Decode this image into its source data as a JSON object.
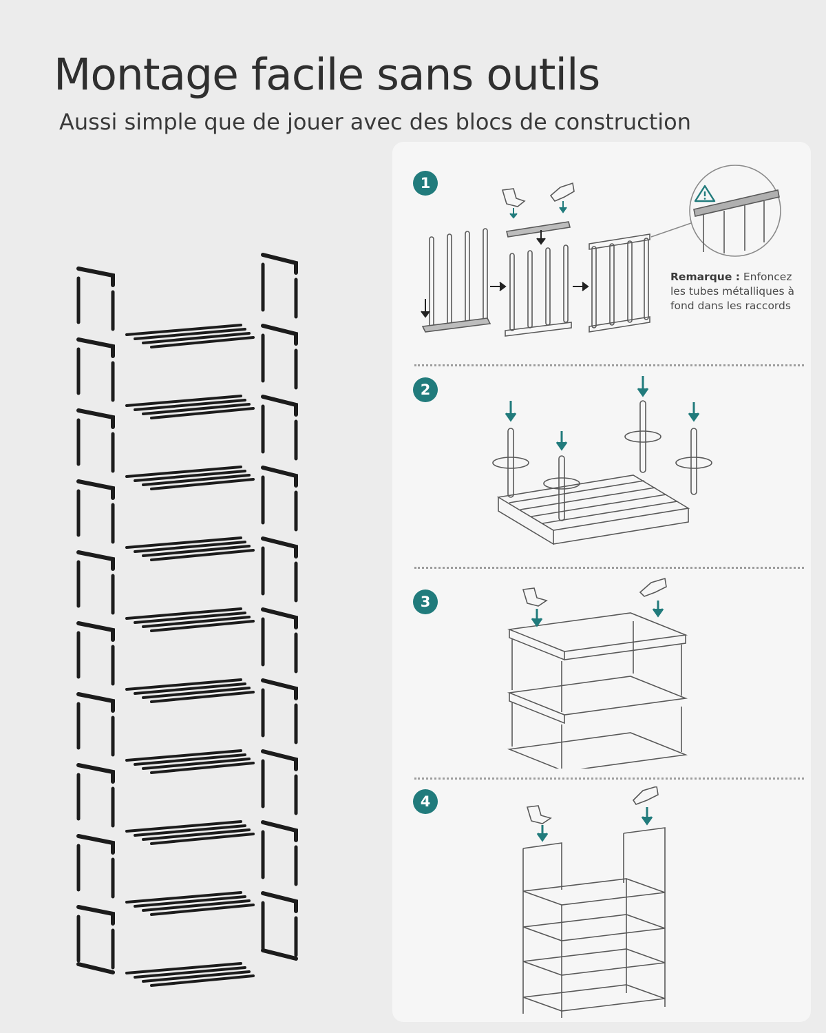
{
  "header": {
    "title": "Montage facile sans outils",
    "subtitle": "Aussi simple que de jouer avec des blocs de construction"
  },
  "steps": [
    {
      "number": "1"
    },
    {
      "number": "2"
    },
    {
      "number": "3"
    },
    {
      "number": "4"
    }
  ],
  "note": {
    "label": "Remarque :",
    "text": "Enfoncez les tubes métalliques à fond dans les raccords"
  },
  "colors": {
    "accent": "#217b7c",
    "background": "#ececec",
    "panel": "#f6f6f6",
    "line_art": "#595959",
    "tubes": "#1c1c1c"
  },
  "icons": [
    "warning-icon",
    "hand-press-icon",
    "arrow-down-icon",
    "rotate-icon",
    "arrow-right-icon"
  ]
}
